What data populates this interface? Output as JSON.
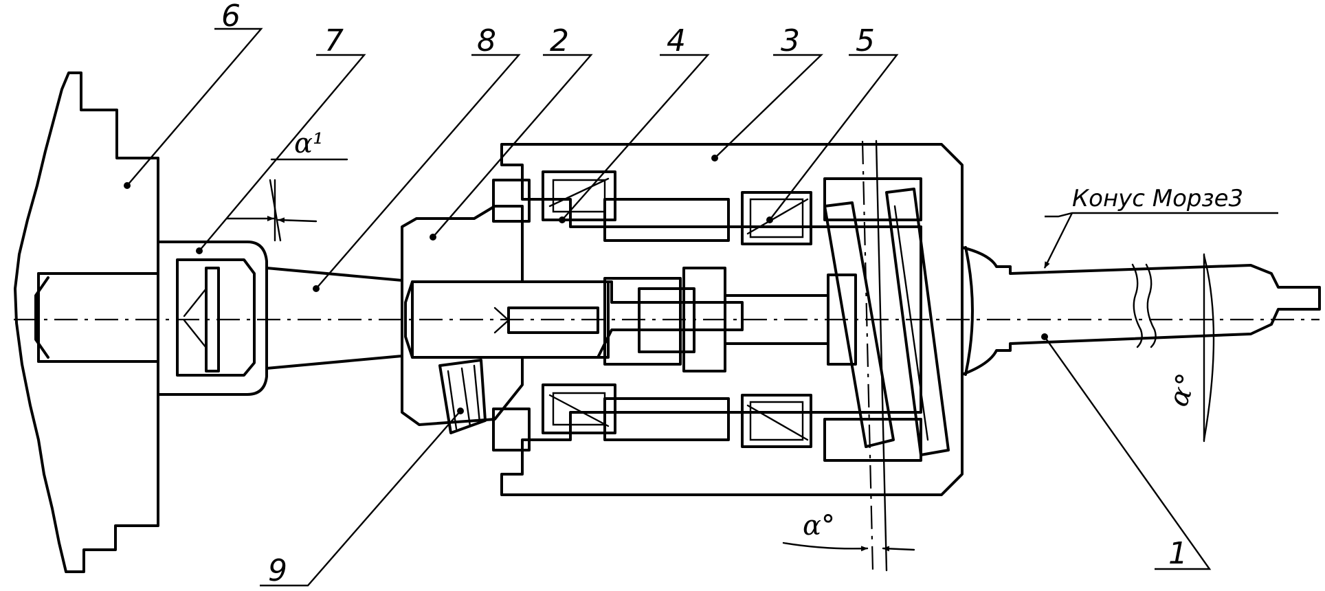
{
  "callouts": [
    "6",
    "7",
    "8",
    "2",
    "4",
    "3",
    "5",
    "9",
    "1"
  ],
  "taper_note": "Конус Морзе3",
  "angle_labels": [
    "α¹",
    "α°",
    "α°"
  ]
}
